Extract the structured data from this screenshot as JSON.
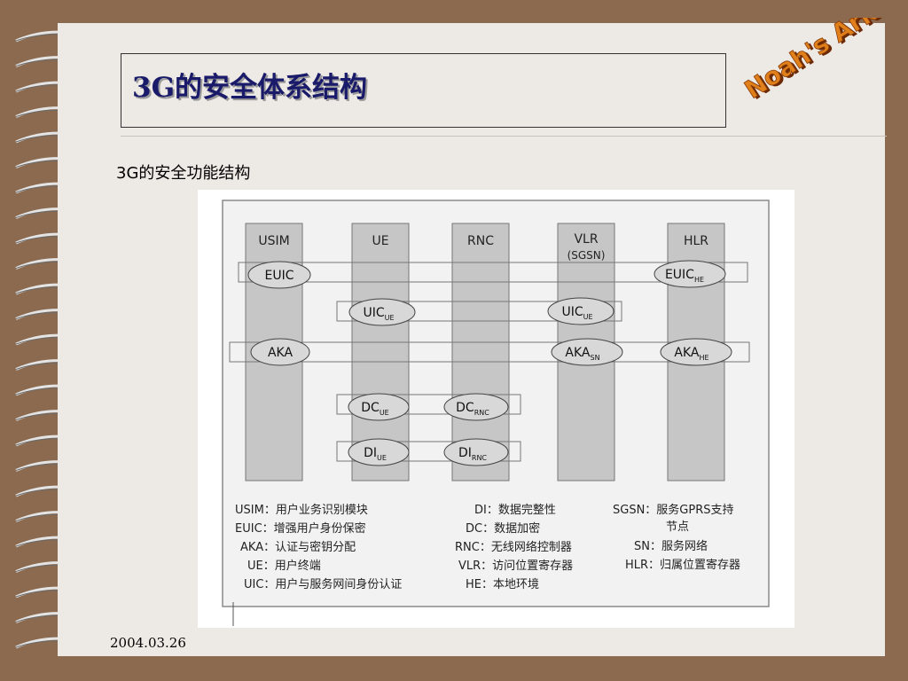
{
  "slide": {
    "title": "3G的安全体系结构",
    "subtitle": "3G的安全功能结构",
    "date": "2004.03.26",
    "logo_text": "Noah's Ark"
  },
  "diagram": {
    "columns": [
      {
        "label": "USIM",
        "label2": ""
      },
      {
        "label": "UE",
        "label2": ""
      },
      {
        "label": "RNC",
        "label2": ""
      },
      {
        "label": "VLR",
        "label2": "(SGSN)"
      },
      {
        "label": "HLR",
        "label2": ""
      }
    ],
    "ovals": {
      "euic_usim": {
        "main": "EUIC",
        "sub": ""
      },
      "euic_hlr": {
        "main": "EUIC",
        "sub": "HE"
      },
      "uic_ue": {
        "main": "UIC",
        "sub": "UE"
      },
      "uic_vlr": {
        "main": "UIC",
        "sub": "UE"
      },
      "aka_usim": {
        "main": "AKA",
        "sub": ""
      },
      "aka_vlr": {
        "main": "AKA",
        "sub": "SN"
      },
      "aka_hlr": {
        "main": "AKA",
        "sub": "HE"
      },
      "dc_ue": {
        "main": "DC",
        "sub": "UE"
      },
      "dc_rnc": {
        "main": "DC",
        "sub": "RNC"
      },
      "di_ue": {
        "main": "DI",
        "sub": "UE"
      },
      "di_rnc": {
        "main": "DI",
        "sub": "RNC"
      }
    },
    "legend": {
      "col1": [
        "USIM：用户业务识别模块",
        "EUIC：增强用户身份保密",
        "AKA：认证与密钥分配",
        "UE：用户终端",
        "UIC：用户与服务网间身份认证"
      ],
      "col2": [
        "DI：数据完整性",
        "DC：数据加密",
        "RNC：无线网络控制器",
        "VLR：访问位置寄存器",
        "HE：本地环境"
      ],
      "col3": [
        "SGSN：服务GPRS支持",
        "节点",
        "SN：服务网络",
        "HLR：归属位置寄存器"
      ]
    }
  }
}
